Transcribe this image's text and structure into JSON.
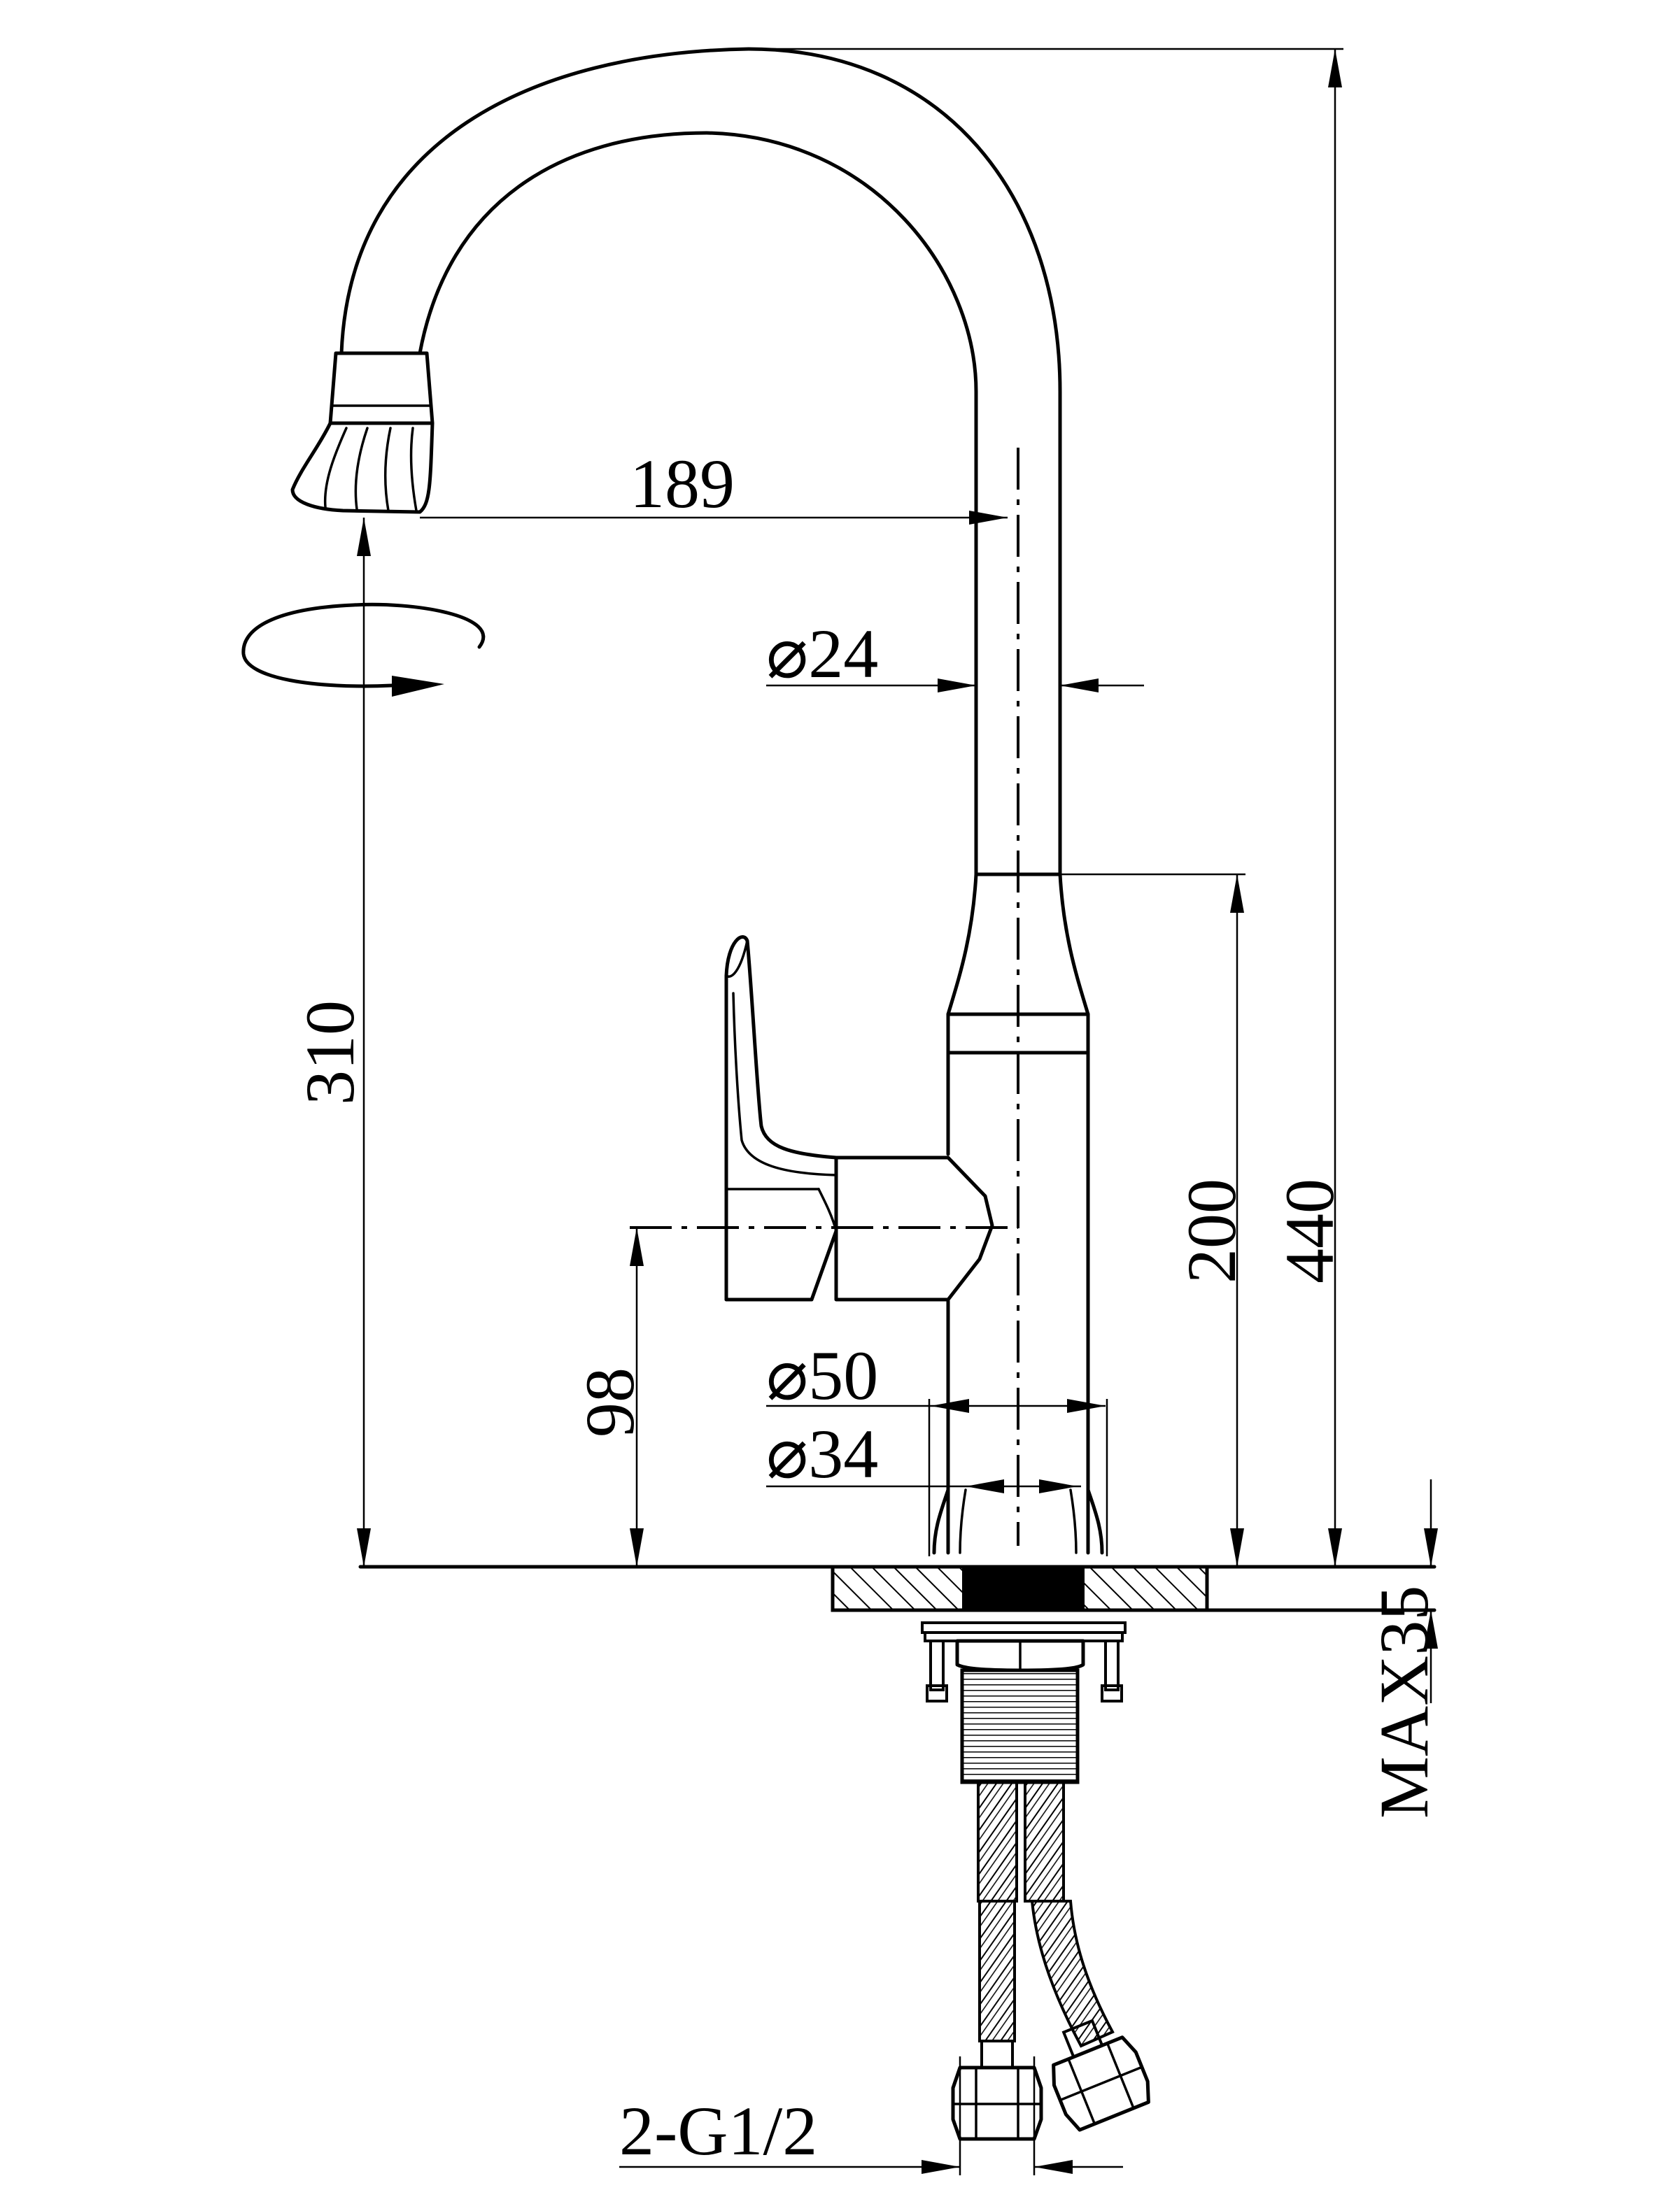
{
  "dimensions": {
    "spout_reach": "189",
    "spout_diameter": "⌀24",
    "spout_height": "310",
    "body_height": "200",
    "total_height": "440",
    "lever_height": "98",
    "base_diameter": "⌀50",
    "body_diameter": "⌀34",
    "deck_thickness": "MAX35",
    "connection": "2-G1/2"
  }
}
